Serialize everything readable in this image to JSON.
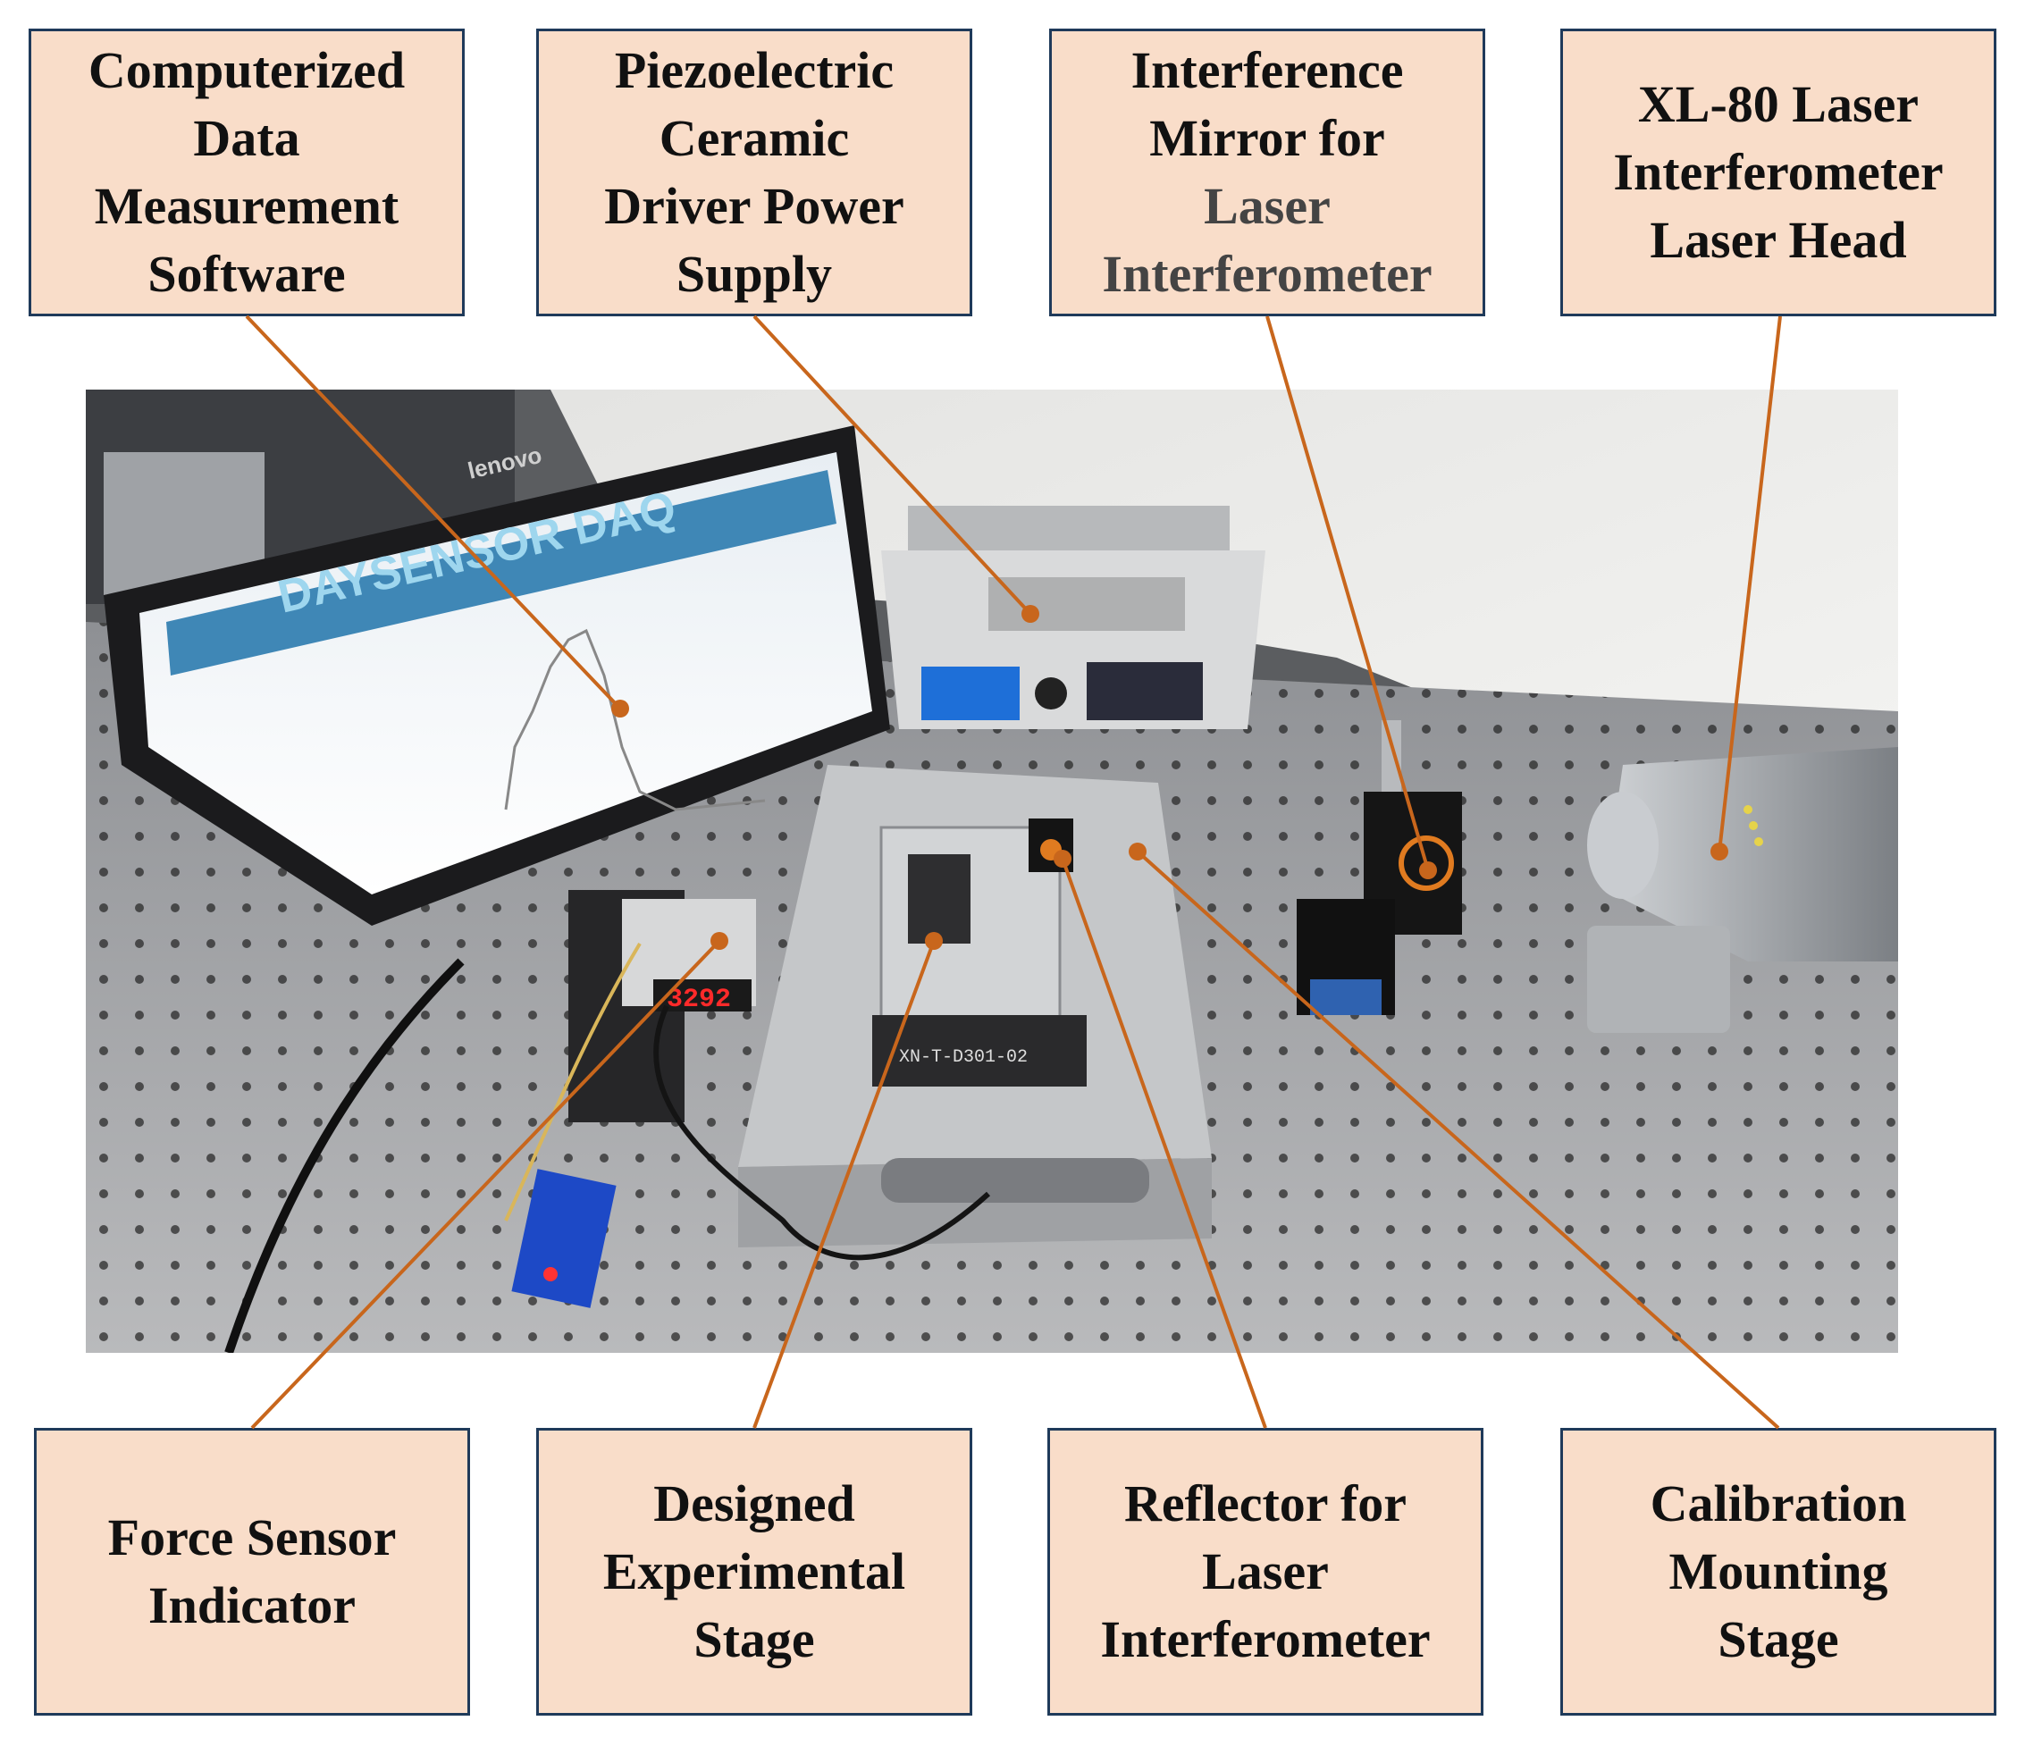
{
  "labels_top": [
    {
      "id": "software",
      "lines": [
        "Computerized",
        "Data",
        "Measurement",
        "Software"
      ]
    },
    {
      "id": "power",
      "lines": [
        "Piezoelectric",
        "Ceramic",
        "Driver Power",
        "Supply"
      ]
    },
    {
      "id": "mirror",
      "lines": [
        "Interference",
        "Mirror for",
        "Laser",
        "Interferometer"
      ]
    },
    {
      "id": "laserhead",
      "lines": [
        "XL-80 Laser",
        "Interferometer",
        "Laser Head"
      ]
    }
  ],
  "labels_bottom": [
    {
      "id": "force",
      "lines": [
        "Force Sensor",
        "Indicator"
      ]
    },
    {
      "id": "stage",
      "lines": [
        "Designed",
        "Experimental",
        "Stage"
      ]
    },
    {
      "id": "reflector",
      "lines": [
        "Reflector for",
        "Laser",
        "Interferometer"
      ]
    },
    {
      "id": "calibration",
      "lines": [
        "Calibration",
        "Mounting",
        "Stage"
      ]
    }
  ],
  "photo": {
    "monitor_brand": "lenovo",
    "screen_title": "DAYSENSOR DAQ",
    "force_readout": "3292",
    "stage_plate": "XN-T-D301-02"
  },
  "colors": {
    "box_fill": "#f9ddc9",
    "box_border": "#1f3a5a",
    "leader": "#c8661c"
  }
}
